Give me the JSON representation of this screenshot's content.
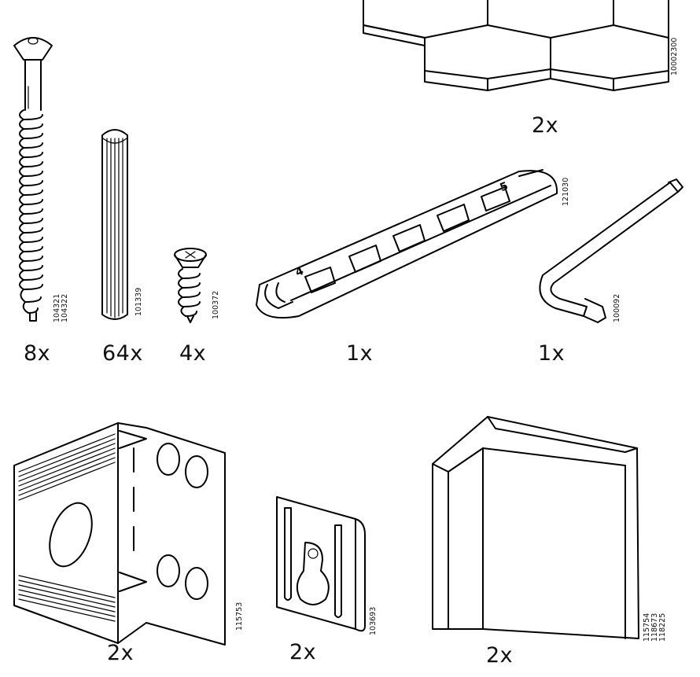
{
  "parts": [
    {
      "id": "shelf",
      "codes": "10002300",
      "qty": "2x"
    },
    {
      "id": "screw-long",
      "codes": "104321\n104322",
      "qty": "8x"
    },
    {
      "id": "dowel",
      "codes": "101339",
      "qty": "64x"
    },
    {
      "id": "screw-short",
      "codes": "100372",
      "qty": "4x"
    },
    {
      "id": "spacer-tool",
      "codes": "121030",
      "qty": "1x",
      "marks": [
        "4",
        "5"
      ]
    },
    {
      "id": "hex-key",
      "codes": "100092",
      "qty": "1x"
    },
    {
      "id": "corner-bracket",
      "codes": "115753",
      "qty": "2x"
    },
    {
      "id": "wall-hanger",
      "codes": "103693",
      "qty": "2x"
    },
    {
      "id": "angle-bracket",
      "codes": "115754\n118673\n118225",
      "qty": "2x"
    }
  ]
}
